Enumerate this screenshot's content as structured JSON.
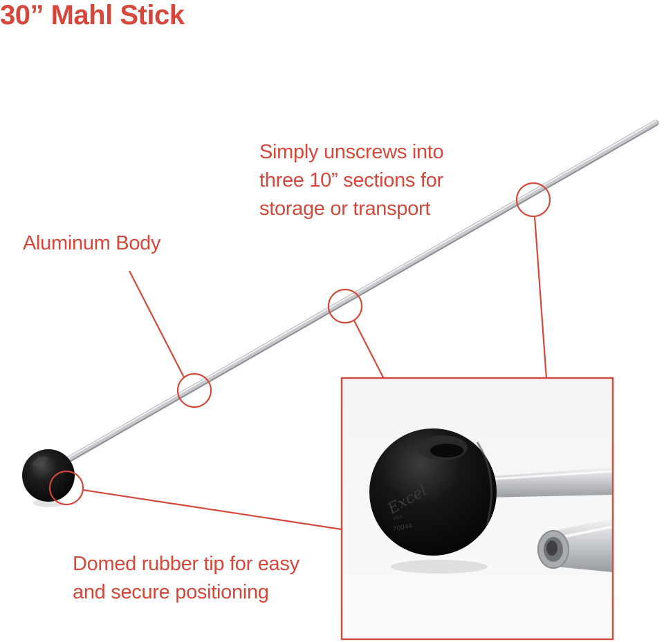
{
  "title": "30” Mahl Stick",
  "callouts": {
    "aluminum_body": [
      "Aluminum Body"
    ],
    "unscrews": [
      "Simply unscrews into",
      "three 10” sections for",
      "storage or transport"
    ],
    "rubber_tip": [
      "Domed rubber tip for easy",
      "and secure positioning"
    ]
  },
  "inset": {
    "ball_brand": "Excel",
    "ball_origin": "USA",
    "ball_code": "70044"
  },
  "colors": {
    "accent": "#d5473a",
    "ball": "#151515",
    "aluminum": "#c9cbcd"
  }
}
